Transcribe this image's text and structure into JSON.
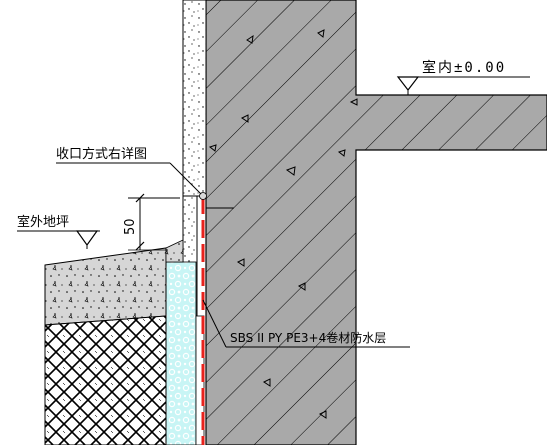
{
  "labels": {
    "indoor_level": "室内±0.00",
    "closing_detail": "收口方式右详图",
    "outdoor_ground": "室外地坪",
    "dimension_50": "50",
    "membrane": "SBS II PY PE3+4卷材防水层"
  },
  "colors": {
    "concrete_fill": "#a9a9a9",
    "membrane_red": "#e8221c",
    "insulation_cyan": "#c8f5f5",
    "plaster_speckle": "#ffffff",
    "line": "#000000"
  }
}
